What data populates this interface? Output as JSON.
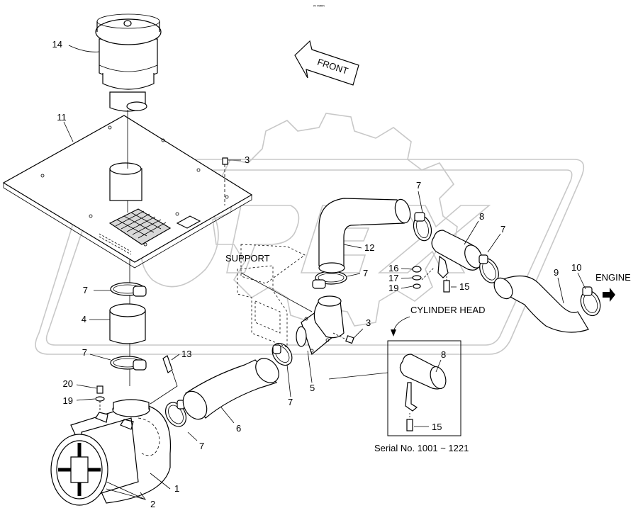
{
  "header_mark": "ᵐ ᵐᵐᵐ",
  "front_arrow_label": "FRONT",
  "labels": {
    "support": "SUPPORT",
    "cylinder_head": "CYLINDER HEAD",
    "engine": "ENGINE",
    "serial_note": "Serial No. 1001 ~ 1221"
  },
  "callouts": {
    "c14": "14",
    "c11": "11",
    "c3_top": "3",
    "c7_clamp_upper": "7",
    "c4": "4",
    "c7_clamp_lower": "7",
    "c13": "13",
    "c20": "20",
    "c19_left": "19",
    "c1": "1",
    "c2": "2",
    "c6": "6",
    "c7_hose6_end": "7",
    "c7_center": "7",
    "c5": "5",
    "c3_right": "3",
    "c12": "12",
    "c7_hose12": "7",
    "c16": "16",
    "c17": "17",
    "c19_right": "19",
    "c15_main": "15",
    "c7_pipe8_left": "7",
    "c8_main": "8",
    "c7_pipe8_right": "7",
    "c9": "9",
    "c10": "10",
    "c8_inset": "8",
    "c15_inset": "15"
  }
}
